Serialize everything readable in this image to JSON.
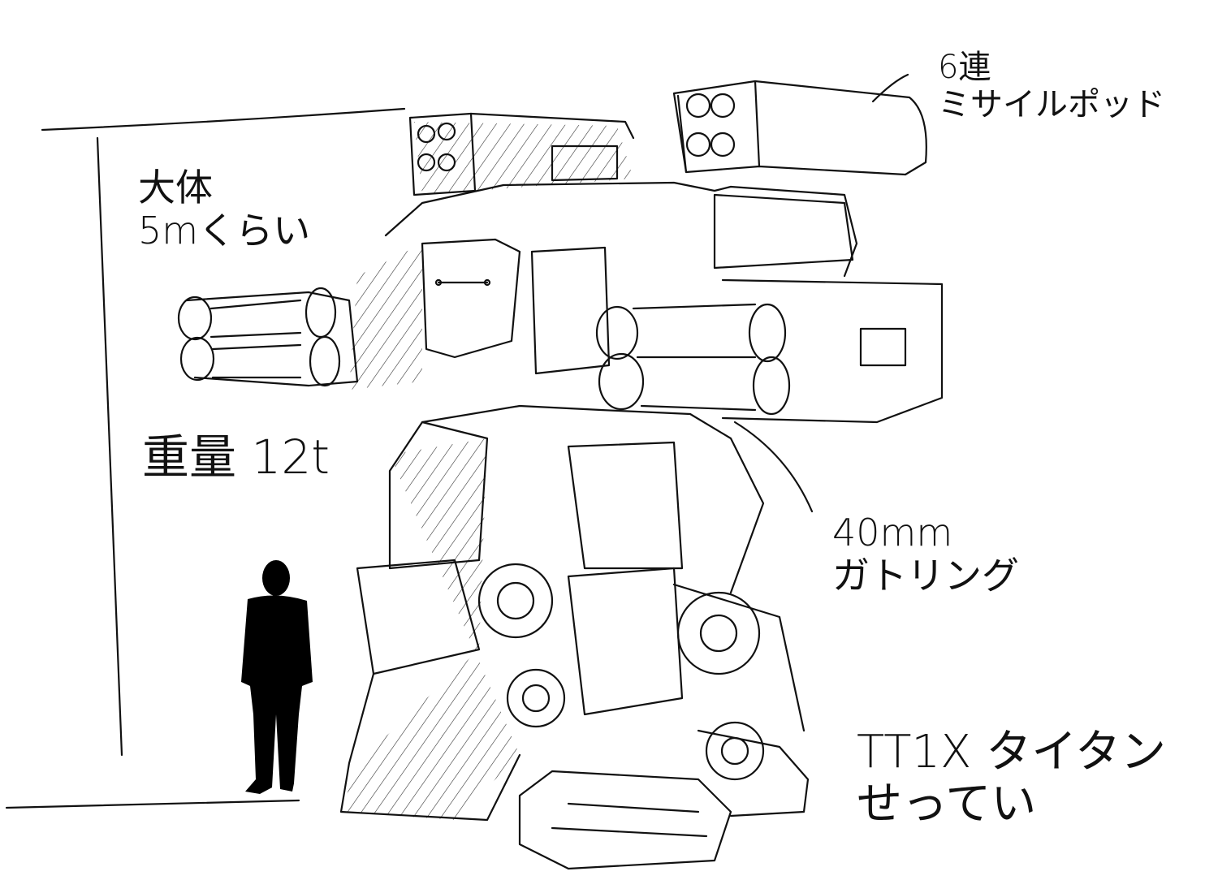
{
  "annotations": {
    "missile_pod": {
      "line1": "6連",
      "line2": "ミサイルポッド"
    },
    "height": {
      "line1": "大体",
      "line2": "5mくらい"
    },
    "weight": {
      "line1": "重量 12t"
    },
    "gatling": {
      "line1": "40mm",
      "line2": "ガトリング"
    },
    "title": {
      "line1": "TT1X タイタン",
      "line2": "せってい"
    }
  },
  "colors": {
    "ink": "#111111",
    "paper": "#ffffff"
  }
}
